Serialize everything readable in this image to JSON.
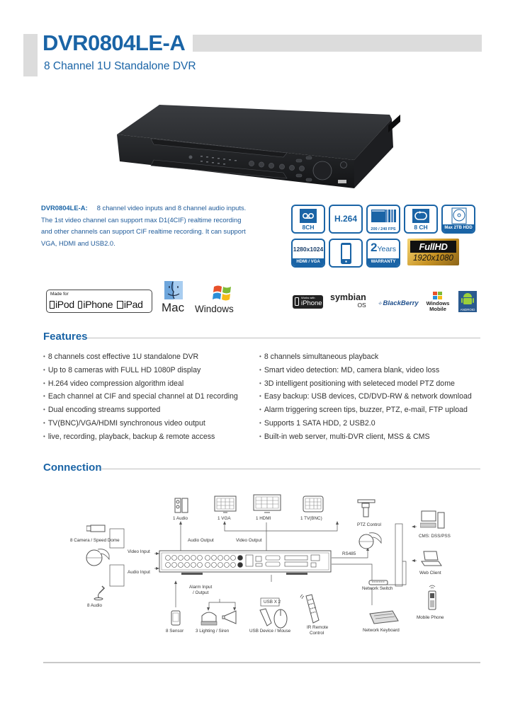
{
  "header": {
    "model": "DVR0804LE-A",
    "subtitle": "8 Channel 1U Standalone DVR"
  },
  "product_image": {
    "alt": "DVR0804LE-A front view"
  },
  "description": {
    "label": "DVR0804LE-A:",
    "text": "8 channel video inputs and 8 channel audio inputs. The 1st video channel can support max  D1(4CIF) realtime recording and other channels can support CIF realtime recording. It can support VGA, HDMI and USB2.0."
  },
  "badges": [
    {
      "icon": "record-tape-icon",
      "caption": "8CH"
    },
    {
      "icon": "codec-text",
      "title": "H.264",
      "caption": ""
    },
    {
      "icon": "frames-icon",
      "caption": "200 / 240 FPS"
    },
    {
      "icon": "loop-playback-icon",
      "caption": "8 CH"
    },
    {
      "icon": "hdd-disc-icon",
      "caption": "Max 2TB HDD"
    },
    {
      "icon": "resolution-text",
      "title": "1280x1024",
      "caption": "HDMI / VGA"
    },
    {
      "icon": "smartphone-icon",
      "caption": ""
    },
    {
      "icon": "warranty-text",
      "title_num": "2",
      "title_word": "Years",
      "caption": "WARRANTY"
    }
  ],
  "fullhd_badge": {
    "title": "FullHD",
    "resolution": "1920x1080"
  },
  "compat_logos": {
    "made_for": {
      "small": "Made for",
      "items": [
        "iPod",
        "iPhone",
        "iPad"
      ]
    },
    "mac": "Mac",
    "windows": "Windows",
    "works_with": {
      "small": "Works with",
      "big": "iPhone"
    },
    "symbian": {
      "name": "symbian",
      "sub": "OS"
    },
    "blackberry": "BlackBerry",
    "windows_mobile": {
      "line1": "Windows",
      "line2": "Mobile"
    },
    "android": "ANDROID"
  },
  "features": {
    "title": "Features",
    "left": [
      "8  channels cost effective 1U standalone DVR",
      "Up to 8 cameras with FULL HD 1080P display",
      "H.264 video compression algorithm ideal",
      "Each channel at CIF and special channel at D1 recording",
      "Dual encoding streams supported",
      "TV(BNC)/VGA/HDMI synchronous video output",
      "live, recording, playback, backup & remote access"
    ],
    "right": [
      "8 channels simultaneous playback",
      "Smart video detection: MD, camera blank, video loss",
      "3D intelligent positioning with seleteced model PTZ dome",
      "Easy backup: USB devices, CD/DVD-RW & network download",
      "Alarm triggering screen tips, buzzer, PTZ, e-mail, FTP upload",
      "Supports 1 SATA HDD, 2 USB2.0",
      "Built-in web server, multi-DVR client, MSS & CMS"
    ]
  },
  "connection": {
    "title": "Connection",
    "labels": {
      "audio": "1 Audio",
      "vga": "1 VGA",
      "hdmi": "1 HDMI",
      "tv": "1 TV(BNC)",
      "camera": "8  Camera / Speed Dome",
      "video_input": "Video  Input",
      "audio_input": "Audio  Input",
      "audio_output": "Audio Output",
      "video_output": "Video Output",
      "ptz_control": "PTZ Control",
      "rs485": "RS485",
      "cms": "CMS: DSS/PSS",
      "web_client": "Web Client",
      "network_switch": "Network Switch",
      "mobile_phone": "Mobile Phone",
      "network_keyboard": "Network Keyboard",
      "mic": "8 Audio",
      "alarm_io_1": "Alarm Input",
      "alarm_io_2": "/ Output",
      "sensor": "8 Sensor",
      "lighting": "3 Lighting / Siren",
      "usb_x2": "USB X 2",
      "usb_device": "USB Device / Mouse",
      "ir_remote_1": "IR Remote",
      "ir_remote_2": "Control"
    }
  },
  "colors": {
    "brand_blue": "#1a64a6",
    "header_gray": "#dcdcdc",
    "divider_gray": "#bfbfbf"
  }
}
